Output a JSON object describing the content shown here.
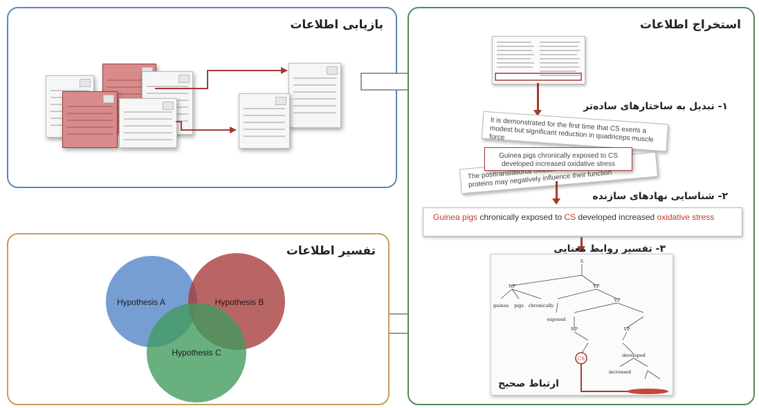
{
  "panels": {
    "retrieval": {
      "title": "بازیابی اطلاعات",
      "border_color": "#5b86b5"
    },
    "extraction": {
      "title": "استخراج اطلاعات",
      "border_color": "#4e8a57"
    },
    "interpretation": {
      "title": "تفسیر اطلاعات",
      "border_color": "#c89a5a"
    }
  },
  "steps": {
    "step1": "۱- تبدیل به ساختارهای ساده‌تر",
    "step2": "۲- شناسایی نهادهای سازنده",
    "step3": "۳- تفسیر روابط معنایی"
  },
  "cards": {
    "card1": "It is demonstrated for the first time that CS exerts a modest but significant reduction in quadriceps muscle force",
    "card2": "Guinea pigs chronically exposed to CS developed increased oxidative stress",
    "card3": "The posttranslational oxidative status of one of these proteins may negatively influence their function"
  },
  "sentence": {
    "entity1": "Guinea pigs",
    "part1": " chronically exposed to ",
    "entity2": "CS",
    "part2": " developed increased ",
    "entity3": "oxidative stress"
  },
  "tree": {
    "footer_label": "ارتباط صحیح",
    "root": "S",
    "np": "NP",
    "vp": "VP",
    "word1": "guinea",
    "word2": "pigs",
    "word3": "chronically",
    "word4": "exposed",
    "word5": "CS",
    "word6": "developed",
    "word7": "increased"
  },
  "venn": {
    "a": {
      "label": "Hypothesis A",
      "color": "#4f83c6"
    },
    "b": {
      "label": "Hypothesis B",
      "color": "#a63a3a"
    },
    "c": {
      "label": "Hypothesis C",
      "color": "#3f9a5c"
    }
  },
  "colors": {
    "accent_red": "#a33a2e",
    "entity_highlight": "#c0392b"
  }
}
